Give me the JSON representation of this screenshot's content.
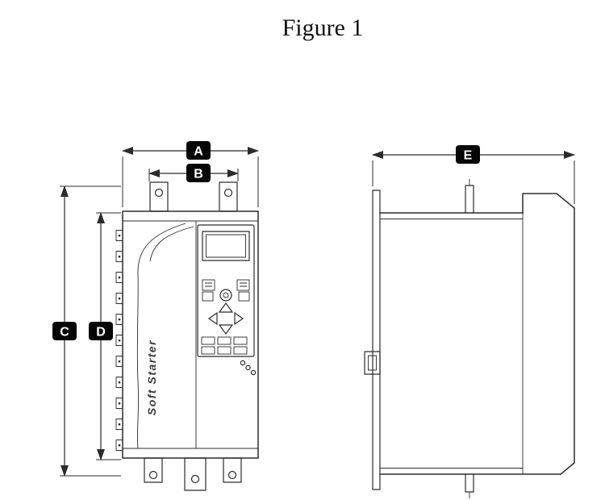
{
  "figure": {
    "title": "Figure 1"
  },
  "dimensions": {
    "a": {
      "label": "A"
    },
    "b": {
      "label": "B"
    },
    "c": {
      "label": "C"
    },
    "d": {
      "label": "D"
    },
    "e": {
      "label": "E"
    }
  },
  "device": {
    "brand_text": "Soft Starter"
  },
  "colors": {
    "line": "#2b2b2b",
    "label_background": "#060606",
    "label_text": "#ffffff",
    "canvas": "#ffffff"
  }
}
